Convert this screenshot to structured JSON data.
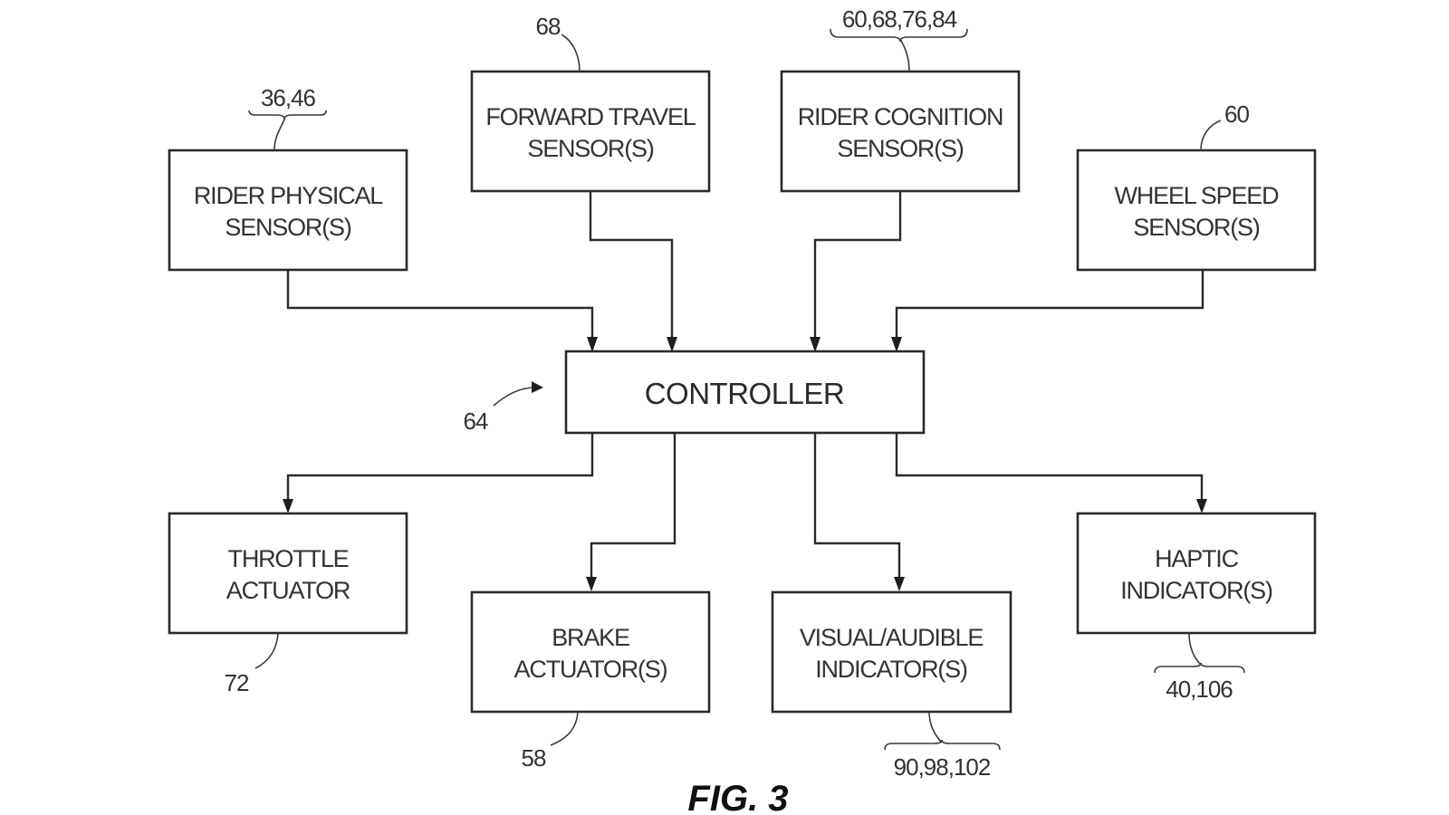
{
  "figure": {
    "caption": "FIG. 3"
  },
  "controller": {
    "label": "CONTROLLER",
    "ref": "64"
  },
  "inputs": [
    {
      "id": "rider-physical-sensor",
      "line1": "RIDER PHYSICAL",
      "line2": "SENSOR(S)",
      "ref": "36,46"
    },
    {
      "id": "forward-travel-sensor",
      "line1": "FORWARD TRAVEL",
      "line2": "SENSOR(S)",
      "ref": "68"
    },
    {
      "id": "rider-cognition-sensor",
      "line1": "RIDER COGNITION",
      "line2": "SENSOR(S)",
      "ref": "60,68,76,84"
    },
    {
      "id": "wheel-speed-sensor",
      "line1": "WHEEL SPEED",
      "line2": "SENSOR(S)",
      "ref": "60"
    }
  ],
  "outputs": [
    {
      "id": "throttle-actuator",
      "line1": "THROTTLE",
      "line2": "ACTUATOR",
      "ref": "72"
    },
    {
      "id": "brake-actuator",
      "line1": "BRAKE",
      "line2": "ACTUATOR(S)",
      "ref": "58"
    },
    {
      "id": "visual-audible-indicator",
      "line1": "VISUAL/AUDIBLE",
      "line2": "INDICATOR(S)",
      "ref": "90,98,102"
    },
    {
      "id": "haptic-indicator",
      "line1": "HAPTIC",
      "line2": "INDICATOR(S)",
      "ref": "40,106"
    }
  ],
  "connections": [
    {
      "from": "rider-physical-sensor",
      "to": "controller"
    },
    {
      "from": "forward-travel-sensor",
      "to": "controller"
    },
    {
      "from": "rider-cognition-sensor",
      "to": "controller"
    },
    {
      "from": "wheel-speed-sensor",
      "to": "controller"
    },
    {
      "from": "controller",
      "to": "throttle-actuator"
    },
    {
      "from": "controller",
      "to": "brake-actuator"
    },
    {
      "from": "controller",
      "to": "visual-audible-indicator"
    },
    {
      "from": "controller",
      "to": "haptic-indicator"
    }
  ]
}
